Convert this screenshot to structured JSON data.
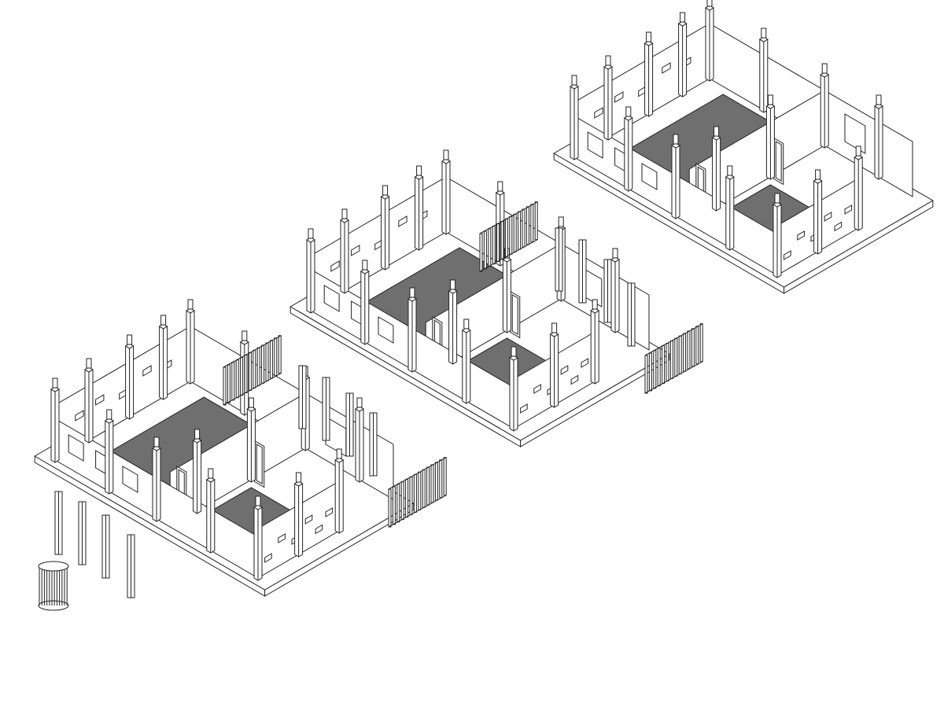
{
  "modules": [
    {
      "id": "module-1"
    },
    {
      "id": "module-2"
    },
    {
      "id": "module-3"
    }
  ],
  "colors": {
    "floor": "#6f6f6f",
    "line": "#222222",
    "wall": "#ffffff"
  }
}
